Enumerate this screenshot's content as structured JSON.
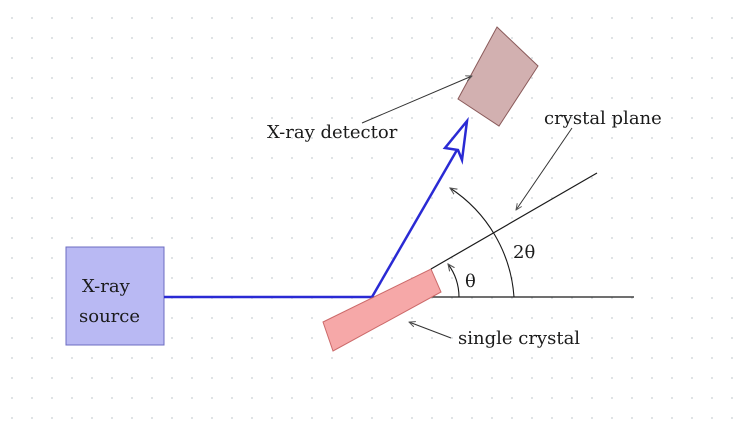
{
  "labels": {
    "source": [
      "X-ray",
      "source"
    ],
    "detector": "X-ray detector",
    "crystal_plane": "crystal plane",
    "single_crystal": "single crystal",
    "theta": "θ",
    "two_theta": "2θ"
  },
  "colors": {
    "background": "#ffffff",
    "grid_dot": "#c9cfd3",
    "source_fill": "#b9b9f3",
    "source_stroke": "#6c6cc0",
    "beam": "#2a2ad4",
    "detector_fill": "#d2b0b0",
    "detector_stroke": "#8a5a5a",
    "crystal_fill": "#f6a8a8",
    "crystal_stroke": "#cc6a6a",
    "line": "#1a1a1a"
  }
}
